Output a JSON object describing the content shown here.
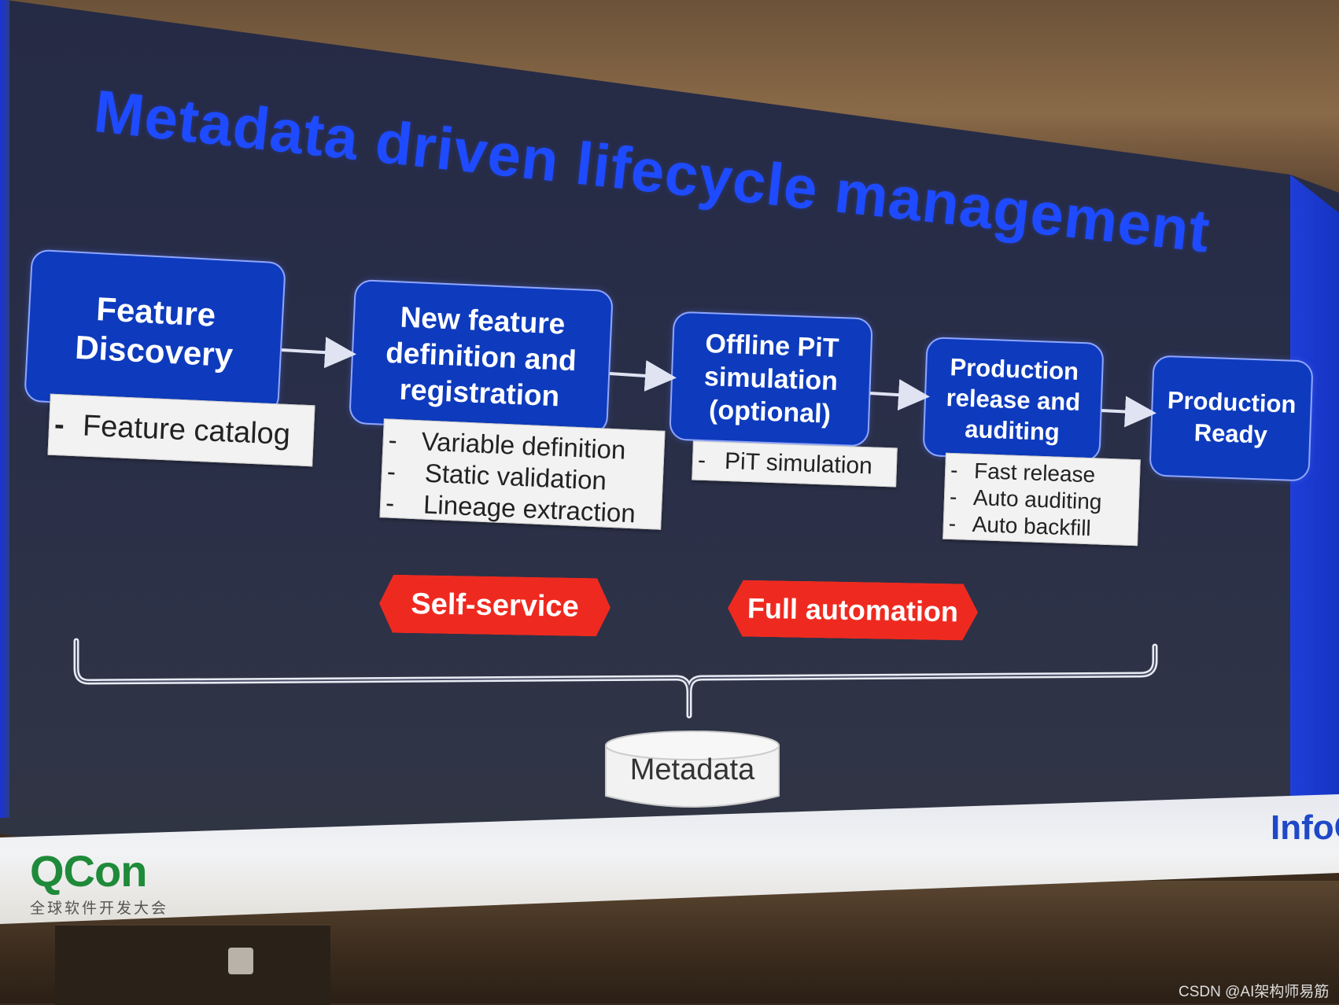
{
  "slide": {
    "title": "Metadata driven lifecycle management",
    "steps": [
      {
        "label": "Feature\nDiscovery"
      },
      {
        "label": "New feature\ndefinition and\nregistration"
      },
      {
        "label": "Offline PiT\nsimulation\n(optional)"
      },
      {
        "label": "Production\nrelease and\nauditing"
      },
      {
        "label": "Production\nReady"
      }
    ],
    "notes": [
      {
        "items": [
          "Feature catalog"
        ]
      },
      {
        "items": [
          "Variable definition",
          "Static validation",
          "Lineage extraction"
        ]
      },
      {
        "items": [
          "PiT simulation"
        ]
      },
      {
        "items": [
          "Fast release",
          "Auto auditing",
          "Auto backfill"
        ]
      }
    ],
    "tags": {
      "self_service": "Self-service",
      "full_automation": "Full automation"
    },
    "metadata_label": "Metadata",
    "dash": "-"
  },
  "footer": {
    "qcon_logo": "QCon",
    "qcon_sub": "全球软件开发大会",
    "infoq": "InfoQ"
  },
  "watermark": "CSDN @AI架构师易筋",
  "colors": {
    "title": "#1e4bff",
    "step_fill": "#0e3bbd",
    "tag_fill": "#ee2a20",
    "note_fill": "#f2f2f2",
    "qcon_green": "#1f8a3a"
  }
}
